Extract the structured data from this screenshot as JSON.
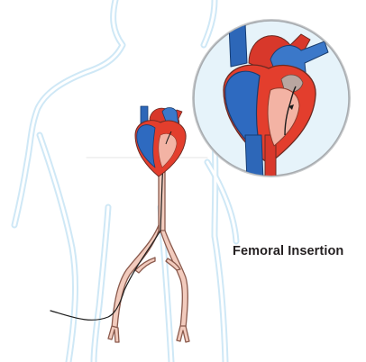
{
  "caption": "Femoral Insertion",
  "colors": {
    "body_outline": "#bfe0f2",
    "oxygenated": "#e23a2c",
    "deoxygenated": "#1f62b5",
    "artery": "#f2cbbd",
    "artery_stroke": "#8a5a4d",
    "inset_background": "#dff1fa",
    "inset_border": "#9aa0a5",
    "catheter": "#1c1c1c"
  },
  "icons": [
    "human-silhouette",
    "heart",
    "femoral-artery",
    "catheter",
    "magnified-heart"
  ]
}
